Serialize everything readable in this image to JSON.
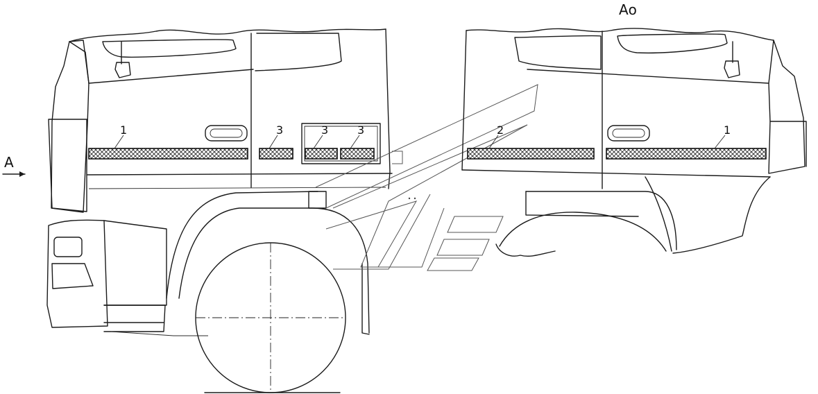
{
  "view_label": "А",
  "view_title": "Аo",
  "callouts": {
    "c1_left": "1",
    "c3_a": "3",
    "c3_b": "3",
    "c3_c": "3",
    "c2_right": "2",
    "c1_right": "1"
  },
  "colors": {
    "line": "#1a1a1a",
    "background": "#ffffff"
  }
}
